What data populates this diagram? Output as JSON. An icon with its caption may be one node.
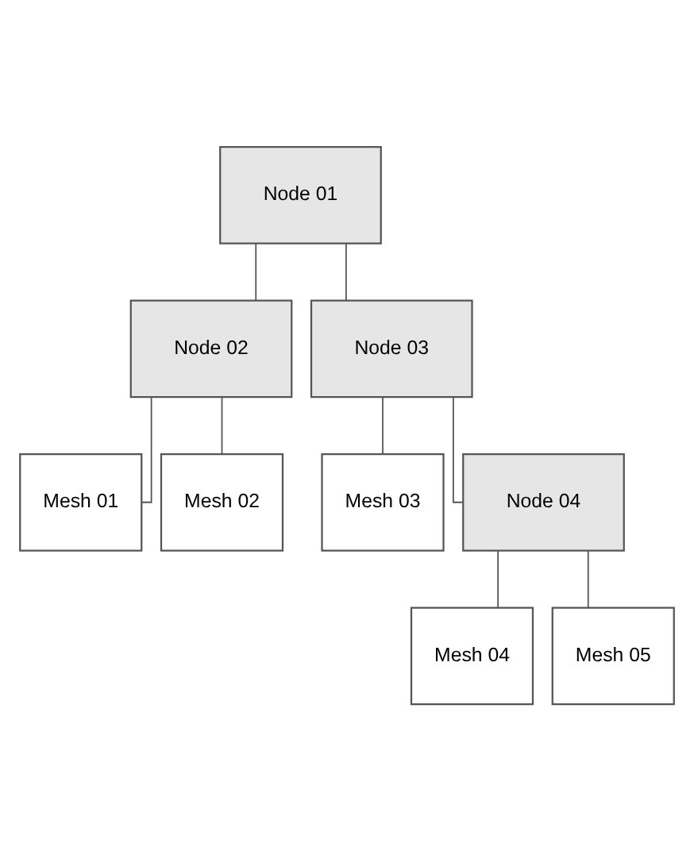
{
  "diagram": {
    "nodes": [
      {
        "text": [
          "Node 01"
        ]
      },
      {
        "text": [
          "Node 02"
        ]
      },
      {
        "text": [
          "Node 03"
        ]
      },
      {
        "text": [
          "Mesh 01"
        ]
      },
      {
        "text": [
          "Mesh 02"
        ]
      },
      {
        "text": [
          "Mesh 03"
        ]
      },
      {
        "text": [
          "Node 04"
        ]
      },
      {
        "text": [
          "Mesh 04"
        ]
      },
      {
        "text": [
          "Mesh 05"
        ]
      }
    ],
    "edges": [
      {
        "from": 0,
        "to": 1,
        "arrow": "none"
      },
      {
        "from": 0,
        "to": 2,
        "arrow": "none"
      },
      {
        "from": 1,
        "to": 3,
        "arrow": "none"
      },
      {
        "from": 1,
        "to": 4,
        "arrow": "none"
      },
      {
        "from": 2,
        "to": 5,
        "arrow": "none"
      },
      {
        "from": 2,
        "to": 6,
        "arrow": "none"
      },
      {
        "from": 6,
        "to": 7,
        "arrow": "none"
      },
      {
        "from": 6,
        "to": 8,
        "arrow": "none"
      }
    ]
  }
}
